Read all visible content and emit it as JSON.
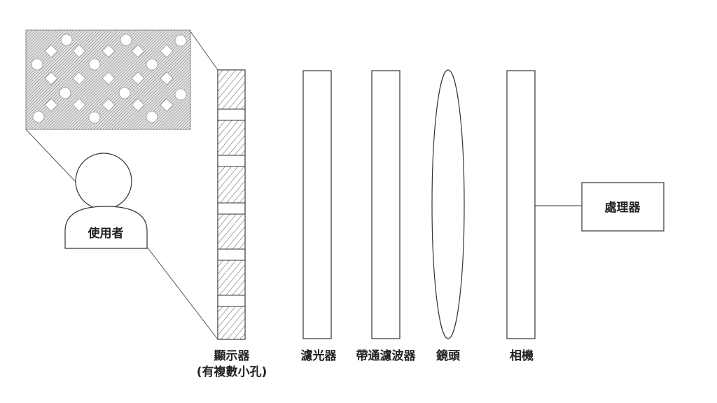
{
  "labels": {
    "user": "使用者",
    "display": "顯示器",
    "display_note": "(有複數小孔)",
    "light_filter": "濾光器",
    "bandpass_filter": "帶通濾波器",
    "lens": "鏡頭",
    "camera": "相機",
    "processor": "處理器"
  },
  "colors": {
    "stroke": "#333333",
    "hatch": "#555555"
  }
}
